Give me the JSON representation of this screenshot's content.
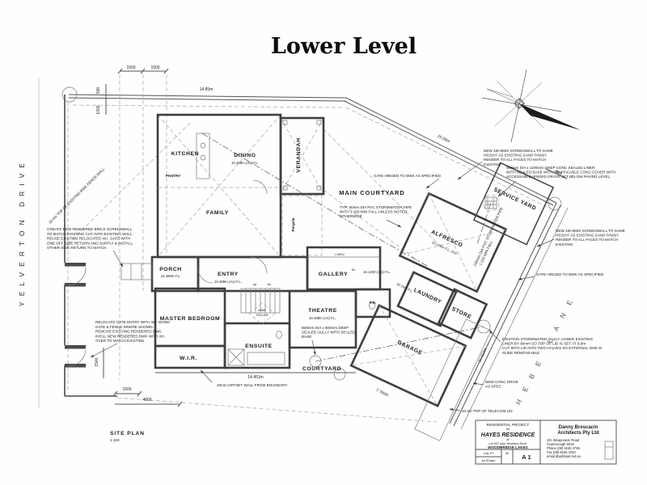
{
  "title": "Lower Level",
  "streets": {
    "west": "YELVERTON  DRIVE",
    "east": "HEBE  LANE"
  },
  "site": {
    "label": "SITE PLAN",
    "scale": "1:100"
  },
  "rooms": {
    "kitchen": "KITCHEN",
    "pantry": "PANTRY",
    "dining": "DINING",
    "verandah": "VERANDAH",
    "family": "FAMILY",
    "pergola": "Pergola",
    "porch": "PORCH",
    "entry": "ENTRY",
    "gallery": "GALLERY",
    "linen": "LINEN",
    "master": "MASTER BEDROOM",
    "wir": "W.I.R.",
    "ensuite": "ENSUITE",
    "wine_l1": "WINE",
    "wine_l2": "CELLAR",
    "theatre": "THEATRE",
    "pr": "P.R.",
    "laundry": "LAUNDRY",
    "store": "STORE",
    "garage": "GARAGE",
    "alfresco": "ALFRESCO",
    "courtyard": "COURTYARD",
    "main_courtyard": "MAIN COURTYARD",
    "service_yard": "SERVICE YARD",
    "up": "Up",
    "dn": "Dn",
    "dn2": "Dn"
  },
  "levels": {
    "dining": "10.488m (As) F.L.",
    "porch": "10.488m F.L.",
    "entry": "10.488m (As) F.L.",
    "theatre": "10.488m (As) F.L.",
    "gallery": "10.120m (As) F.L.",
    "alfresco": "10.120m F.L. (As)",
    "laundry": "10.19m F.L."
  },
  "dims": {
    "top_a": "1500",
    "top_b": "1500",
    "top_boundary": "14.85m",
    "ne_boundary": "15.58m",
    "service": "983",
    "west_a": "500",
    "west_b": "1000",
    "west_c": "1540",
    "bot_a": "1500",
    "bot_b": "4000",
    "south_wall": "14.451m",
    "garage": "7.760m",
    "lane": "10.024m"
  },
  "ann": {
    "create": [
      "CREATE NEW RENDERED BRICK SCREENWALL",
      "TO MATCH EXISTING CUT INTO EXISTING WALL.",
      "REUSE EXISTING RELOCATED W.I. GATE WITH",
      "ONE OFF SIDE RETURN AND SUPPLY & INSTALL",
      "OTHER SIDE RETURN TO MATCH."
    ],
    "relocate": [
      "RELOCATE GATE ENTRY WITH W.I. WORK",
      "GATE & FENCE WHERE SHOWN.",
      "REMOVE EXISTING RENDERED BWK.",
      "INFILL NEW RENDERED BWK WITH W.I.",
      "OVER TO MATCH EXISTING"
    ],
    "fence": "10.0m TOP OF EXISTING BWK FENCE WALL",
    "screen1": [
      "NEW 190 BWK SCREENWALL TO SAME",
      "HEIGHT AS EXISTING SAND FINISH",
      "RENDER TO ALL FACES TO MATCH",
      "EXISTING"
    ],
    "liner": [
      "900mm DIA x 1200mm DEEP CONC SEALED LINER",
      "WITH SEALED BASE WITH TRAFFICABLE CONC COVER WITH",
      "ACCESSABLE HINGED GRATE SET BELOW PAVING LEVEL."
    ],
    "gate1": "GATE HINGED TO BWK AS SPECIFIED",
    "typ_pipe": [
      "TYP: 90mm DIA PVC STORMWATER PIPE",
      "WITH 1:100 MIN FALL UNLESS NOTED",
      "OTHERWISE"
    ],
    "screen2": [
      "NEW 190 BWK SCREENWALL TO SAME",
      "HEIGHT AS EXISTING SAND FINISH",
      "RENDER TO ALL FACES TO MATCH",
      "EXISTING"
    ],
    "gate2": "GATE HINGED TO BWK AS SPECIFIED",
    "pipe100": [
      "100mm DIA PVC STORMWATER PIPE",
      "1:100 MIN FALL"
    ],
    "gully": [
      "600mm DIA x 600mm DEEP",
      "SEALED GULLY WITH SEALED",
      "BASE"
    ],
    "sw_gully": [
      "EXISTING STORMWATER GULLY LOWER EXISTING",
      "LINER BY 90mm SO TOP OF LID IS SET AT 9.9m",
      "CUT INTO LID INTO TWO HALVES SO EXTERNAL ONE IS",
      "SLIDE REMOVEABLE"
    ],
    "drive": [
      "NEW CONC DRIVE",
      "AS SPEC"
    ],
    "telecom": "10.0m TOP OF TELECOM LID",
    "offset": "20mm OFFSET WALL FROM BOUNDARY"
  },
  "title_block": {
    "project_type": "RESIDENTIAL PROJECT",
    "for_word": "for",
    "name": "HAYES RESIDENCE",
    "at_word": "at",
    "lot": "Lot 507 (#a) Yelverton Drive",
    "estate": "WOODBRIDGE LAKES",
    "firm1": "Danny Brescacin",
    "firm2": "Architects Pty Ltd",
    "addr1": "10c Weaponess Road",
    "addr2": "Scarborough 6019",
    "addr3": "Phone (08) 9245 4799",
    "addr4": "Fax (08) 9245 4784",
    "addr5": "email dba@iinet.net.au",
    "date": "July '07",
    "rev": "2b",
    "scale": "As Shown",
    "sheet": "A 1"
  }
}
